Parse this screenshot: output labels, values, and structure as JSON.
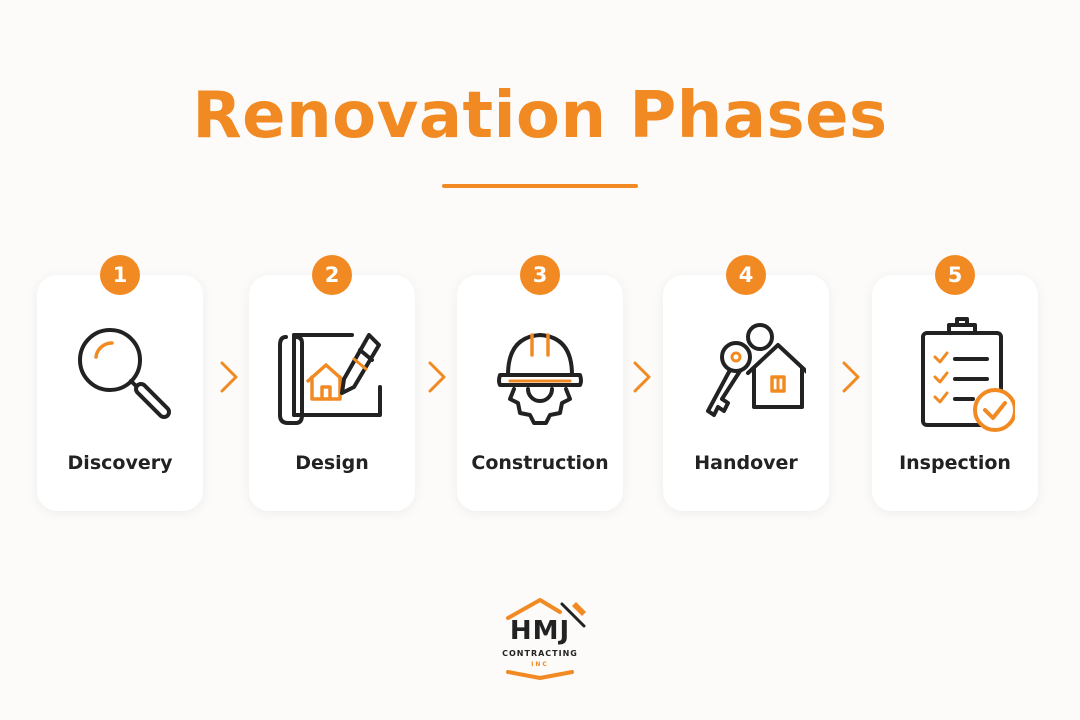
{
  "title": "Renovation Phases",
  "colors": {
    "accent": "#f28a23",
    "text": "#222222",
    "background": "#fcfbf9"
  },
  "phases": [
    {
      "number": "1",
      "label": "Discovery",
      "icon": "magnifying-glass-icon"
    },
    {
      "number": "2",
      "label": "Design",
      "icon": "blueprint-pencil-icon"
    },
    {
      "number": "3",
      "label": "Construction",
      "icon": "hard-hat-gear-icon"
    },
    {
      "number": "4",
      "label": "Handover",
      "icon": "key-house-icon"
    },
    {
      "number": "5",
      "label": "Inspection",
      "icon": "clipboard-check-icon"
    }
  ],
  "logo": {
    "main": "HMJ",
    "sub": "CONTRACTING",
    "inc": "INC"
  }
}
